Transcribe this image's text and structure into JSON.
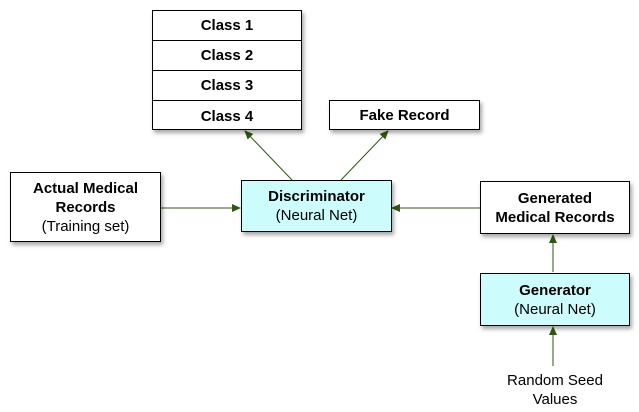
{
  "classes": {
    "items": [
      "Class 1",
      "Class 2",
      "Class 3",
      "Class 4"
    ]
  },
  "fake_record": {
    "label": "Fake Record"
  },
  "actual_records": {
    "title_line1": "Actual Medical",
    "title_line2": "Records",
    "subtitle": "(Training set)"
  },
  "discriminator": {
    "title": "Discriminator",
    "subtitle": "(Neural Net)"
  },
  "generated_records": {
    "title_line1": "Generated",
    "title_line2": "Medical Records"
  },
  "generator": {
    "title": "Generator",
    "subtitle": "(Neural Net)"
  },
  "random_seed": {
    "line1": "Random Seed",
    "line2": "Values"
  },
  "colors": {
    "arrow": "#2d5a0e",
    "neural_net_fill": "#ccfcfc",
    "box_border": "#000000"
  }
}
